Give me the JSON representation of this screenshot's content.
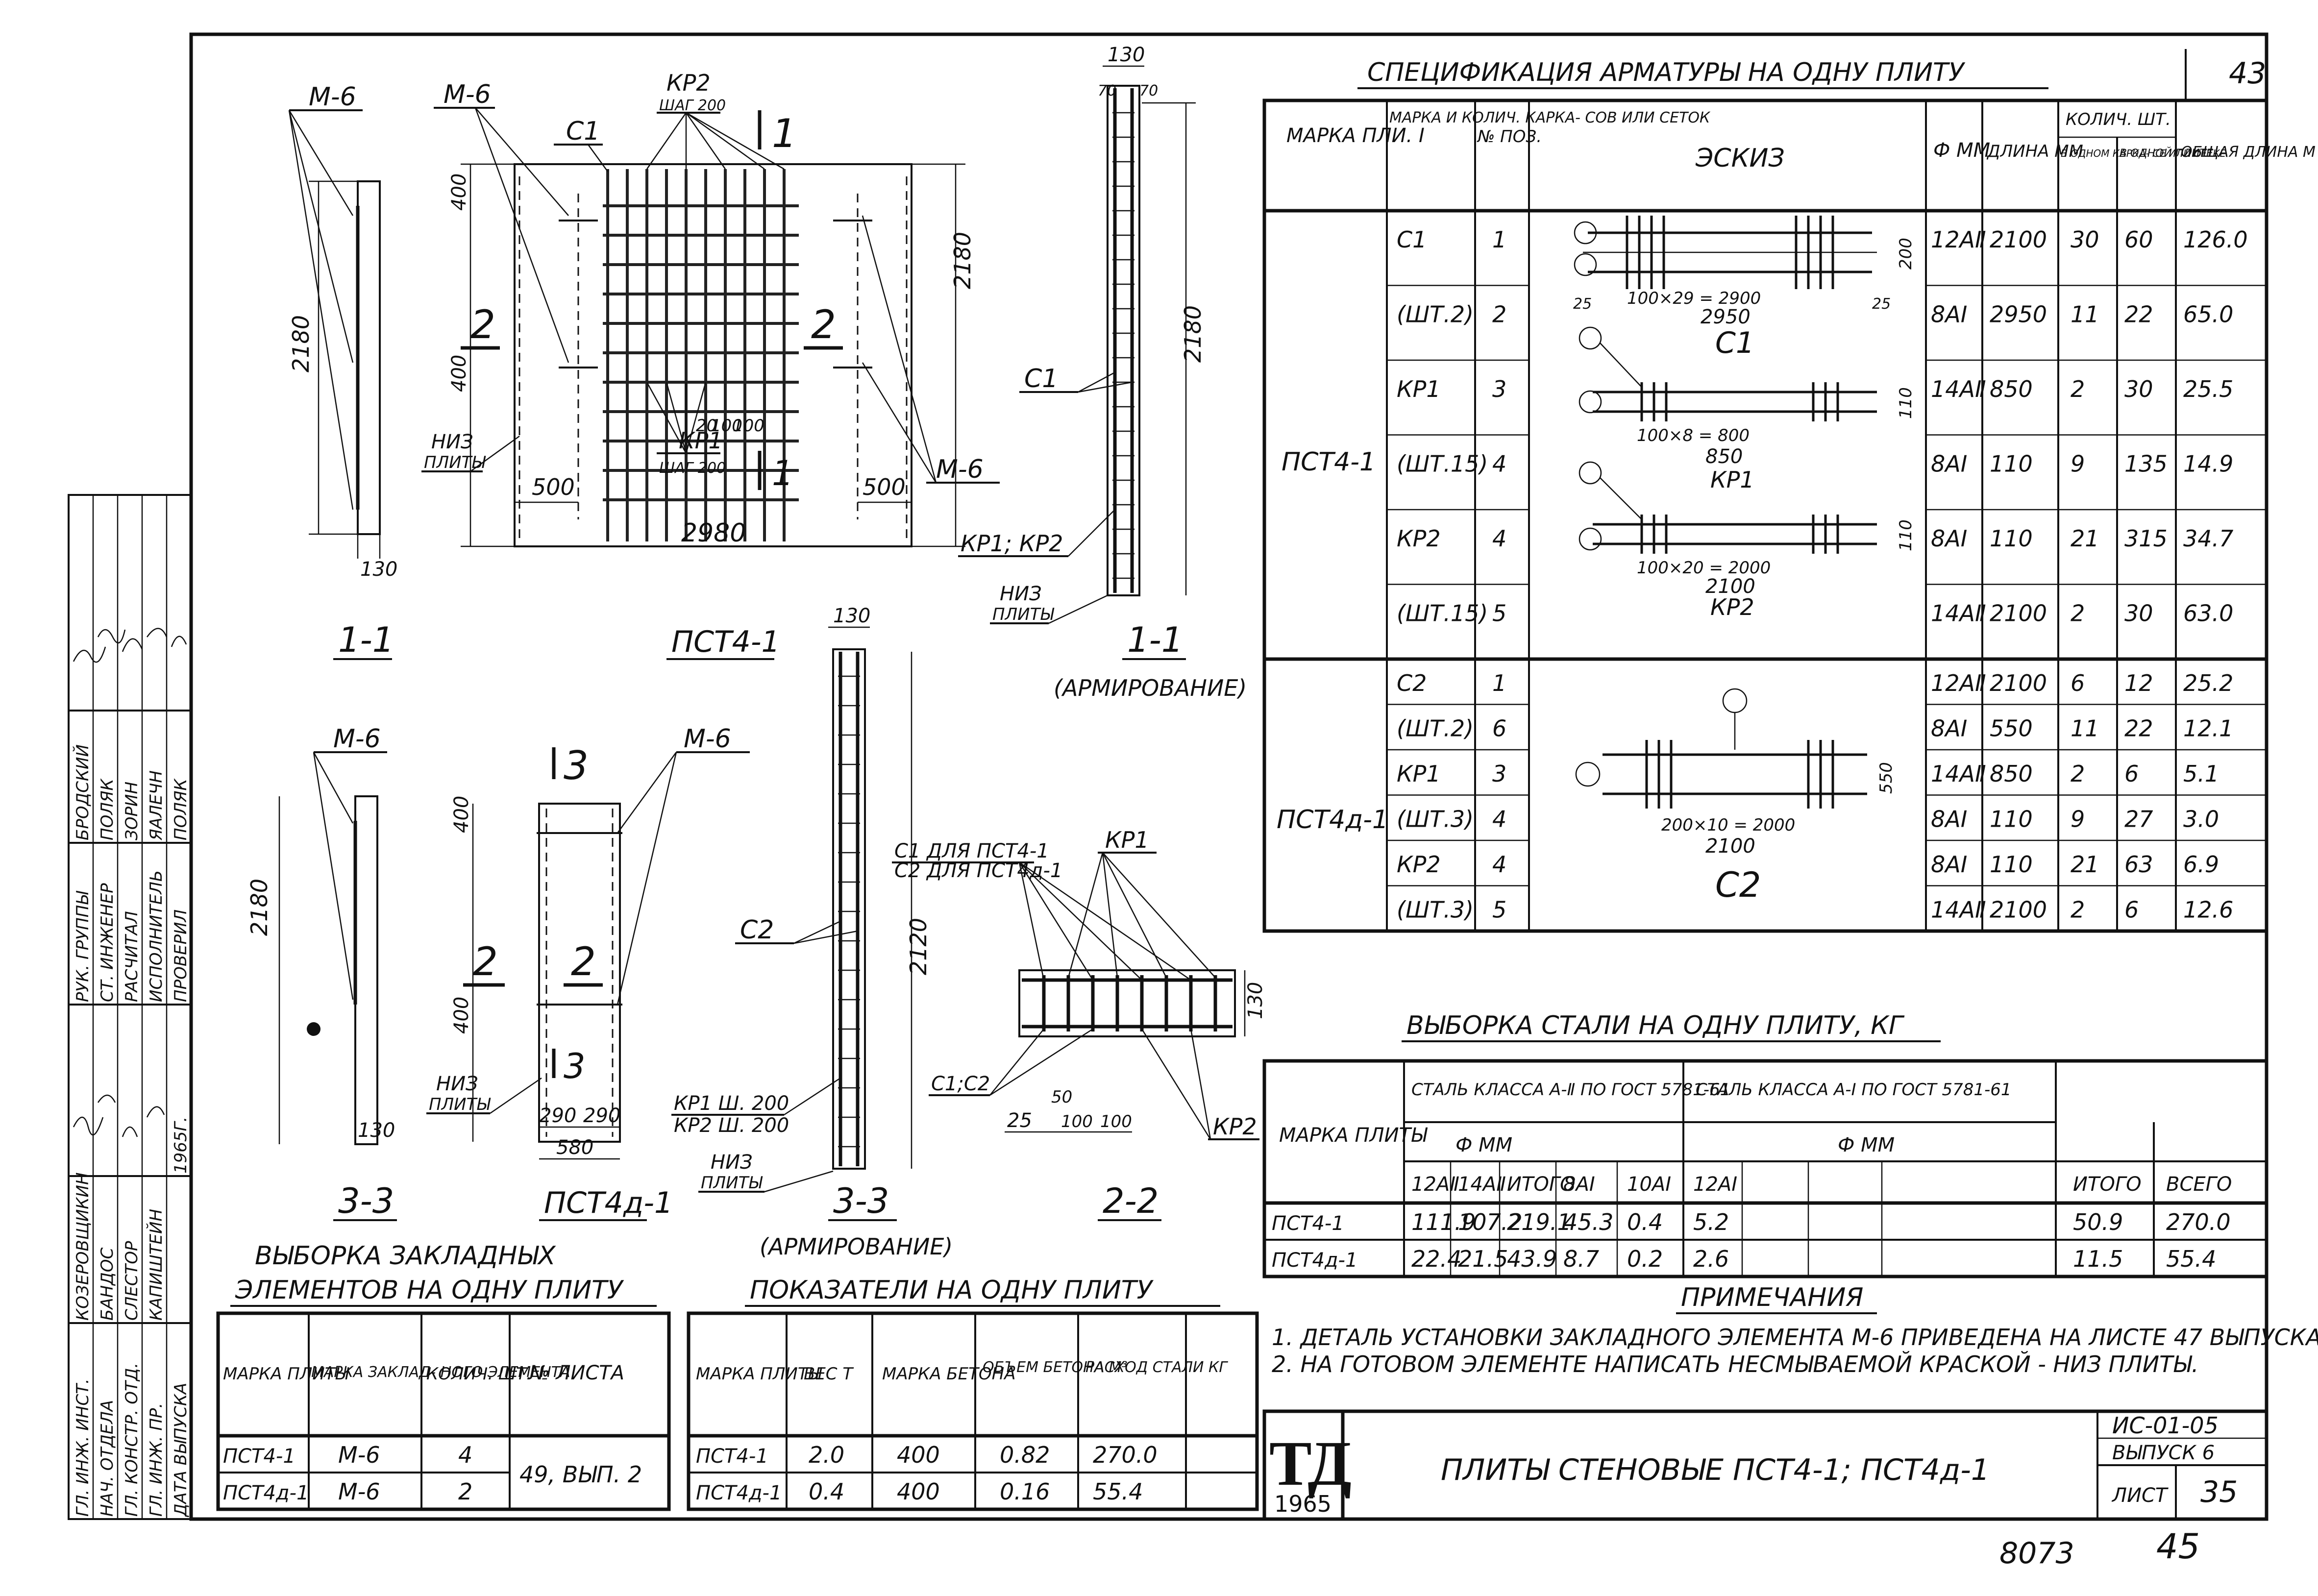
{
  "sheet": {
    "corner_number": "43",
    "bottom_number_left": "8073",
    "bottom_number_right": "45"
  },
  "spec": {
    "title": "СПЕЦИФИКАЦИЯ АРМАТУРЫ НА ОДНУ ПЛИТУ",
    "headers": {
      "mark": "МАРКА ПЛИ. І",
      "cage": "МАРКА И КОЛИЧ. КАРКА- СОВ ИЛИ СЕТОК",
      "pos": "№ ПОЗ.",
      "sketch": "ЭСКИЗ",
      "diam": "Ф ММ",
      "len": "ДЛИНА ММ",
      "qty": "КОЛИЧ. ШТ.",
      "qty_cage": "В ОДНОМ КАРКА- СЕ ИЛИ СЕТКЕ",
      "qty_plate": "В ОДНОЙ ПЛИТЕ",
      "total": "ОБЩАЯ ДЛИНА М"
    },
    "groups": [
      {
        "mark": "ПСТ4-1",
        "rows": [
          {
            "cage": "С1",
            "pos": "1",
            "diam": "12АⅡ",
            "len": "2100",
            "q1": "30",
            "q2": "60",
            "total": "126.0"
          },
          {
            "cage": "(ШТ.2)",
            "pos": "2",
            "diam": "8АⅠ",
            "len": "2950",
            "q1": "11",
            "q2": "22",
            "total": "65.0"
          },
          {
            "cage": "КР1",
            "pos": "3",
            "diam": "14АⅡ",
            "len": "850",
            "q1": "2",
            "q2": "30",
            "total": "25.5"
          },
          {
            "cage": "(ШТ.15)",
            "pos": "4",
            "diam": "8АⅠ",
            "len": "110",
            "q1": "9",
            "q2": "135",
            "total": "14.9"
          },
          {
            "cage": "КР2",
            "pos": "4",
            "diam": "8АⅠ",
            "len": "110",
            "q1": "21",
            "q2": "315",
            "total": "34.7"
          },
          {
            "cage": "(ШТ.15)",
            "pos": "5",
            "diam": "14АⅡ",
            "len": "2100",
            "q1": "2",
            "q2": "30",
            "total": "63.0"
          }
        ]
      },
      {
        "mark": "ПСТ4д-1",
        "rows": [
          {
            "cage": "С2",
            "pos": "1",
            "diam": "12АⅡ",
            "len": "2100",
            "q1": "6",
            "q2": "12",
            "total": "25.2"
          },
          {
            "cage": "(ШТ.2)",
            "pos": "6",
            "diam": "8АⅠ",
            "len": "550",
            "q1": "11",
            "q2": "22",
            "total": "12.1"
          },
          {
            "cage": "КР1",
            "pos": "3",
            "diam": "14АⅡ",
            "len": "850",
            "q1": "2",
            "q2": "6",
            "total": "5.1"
          },
          {
            "cage": "(ШТ.3)",
            "pos": "4",
            "diam": "8АⅠ",
            "len": "110",
            "q1": "9",
            "q2": "27",
            "total": "3.0"
          },
          {
            "cage": "КР2",
            "pos": "4",
            "diam": "8АⅠ",
            "len": "110",
            "q1": "21",
            "q2": "63",
            "total": "6.9"
          },
          {
            "cage": "(ШТ.3)",
            "pos": "5",
            "diam": "14АⅡ",
            "len": "2100",
            "q1": "2",
            "q2": "6",
            "total": "12.6"
          }
        ]
      }
    ],
    "sketches": {
      "c1_dim1": "100×29 = 2900",
      "c1_dim2": "2950",
      "c1_name": "С1",
      "c1_side": "200",
      "kr1_dim1": "100×8 = 800",
      "kr1_dim2": "850",
      "kr1_name": "КР1",
      "kr2_dim1": "100×20 = 2000",
      "kr2_dim2": "2100",
      "kr2_name": "КР2",
      "c2_dim1": "200×10 = 2000",
      "c2_dim2": "2100",
      "c2_name": "С2",
      "c2_side": "550",
      "end_25": "25",
      "end_50": "50",
      "side_110": "110"
    }
  },
  "steel": {
    "title": "ВЫБОРКА СТАЛИ НА ОДНУ ПЛИТУ, КГ",
    "head_mark": "МАРКА ПЛИТЫ",
    "class2": "СТАЛЬ КЛАССА А-Ⅱ ПО ГОСТ 5781-61",
    "class1": "СТАЛЬ КЛАССА А-Ⅰ ПО ГОСТ 5781-61",
    "phi": "Ф ММ",
    "cols": [
      "12АⅡ",
      "14АⅡ",
      "ИТОГО",
      "8АⅠ",
      "10АⅠ",
      "12АⅠ",
      "",
      "ИТОГО",
      "ВСЕГО"
    ],
    "rows": [
      {
        "mark": "ПСТ4-1",
        "vals": [
          "111.9",
          "107.2",
          "219.1",
          "45.3",
          "0.4",
          "5.2",
          "",
          "50.9",
          "270.0"
        ]
      },
      {
        "mark": "ПСТ4д-1",
        "vals": [
          "22.4",
          "21.5",
          "43.9",
          "8.7",
          "0.2",
          "2.6",
          "",
          "11.5",
          "55.4"
        ]
      }
    ]
  },
  "notes": {
    "title": "ПРИМЕЧАНИЯ",
    "n1": "1. ДЕТАЛЬ УСТАНОВКИ ЗАКЛАДНОГО ЭЛЕМЕНТА М-6 ПРИВЕДЕНА НА ЛИСТЕ 47 ВЫПУСКА 2.",
    "n2": "2. НА ГОТОВОМ ЭЛЕМЕНТЕ НАПИСАТЬ НЕСМЫВАЕМОЙ КРАСКОЙ - НИЗ ПЛИТЫ."
  },
  "embedded": {
    "title1": "ВЫБОРКА ЗАКЛАДНЫХ",
    "title2": "ЭЛЕМЕНТОВ НА ОДНУ ПЛИТУ",
    "h_mark": "МАРКА ПЛИТЫ",
    "h_elem": "МАРКА ЗАКЛАД- НОГО ЭЛЕМЕНТА",
    "h_qty": "КОЛИЧ. ШТ.",
    "h_sheet": "№ ЛИСТА",
    "rows": [
      {
        "mark": "ПСТ4-1",
        "elem": "М-6",
        "qty": "4"
      },
      {
        "mark": "ПСТ4д-1",
        "elem": "М-6",
        "qty": "2"
      }
    ],
    "sheet_ref": "49, ВЫП. 2"
  },
  "indicators": {
    "title": "ПОКАЗАТЕЛИ НА ОДНУ ПЛИТУ",
    "h_mark": "МАРКА ПЛИТЫ",
    "h_weight": "ВЕС Т",
    "h_concrete": "МАРКА БЕТОНА",
    "h_volume": "ОБЪЕМ БЕТОНА М³",
    "h_steel": "РАСХОД СТАЛИ КГ",
    "rows": [
      {
        "mark": "ПСТ4-1",
        "weight": "2.0",
        "concrete": "400",
        "volume": "0.82",
        "steel": "270.0"
      },
      {
        "mark": "ПСТ4д-1",
        "weight": "0.4",
        "concrete": "400",
        "volume": "0.16",
        "steel": "55.4"
      }
    ]
  },
  "title_block": {
    "logo": "ТД",
    "year": "1965",
    "title": "ПЛИТЫ СТЕНОВЫЕ ПСТ4-1; ПСТ4д-1",
    "series": "ИС-01-05",
    "issue": "ВЫПУСК 6",
    "sheet_label": "ЛИСТ",
    "sheet_no": "35"
  },
  "side_stamp": {
    "roles": [
      "РУК. ГРУППЫ",
      "СТ. ИНЖЕНЕР",
      "РАСЧИТАЛ",
      "ИСПОЛНИТЕЛЬ",
      "ПРОВЕРИЛ"
    ],
    "names": [
      "БРОДСКИЙ",
      "ПОЛЯК",
      "ЗОРИН",
      "ЯАЛЕЧН",
      "ПОЛЯК"
    ],
    "roles2": [
      "ГЛ. ИНЖ. ИНСТ.",
      "НАЧ. ОТДЕЛА",
      "ГЛ. КОНСТР. ОТД.",
      "ГЛ. ИНЖ. ПР.",
      "ДАТА ВЫПУСКА"
    ],
    "names2": [
      "КОЗЕРОВЩИКИН",
      "БАНДОС",
      "СЛЕСТОР",
      "КАПИШТЕЙН",
      ""
    ],
    "date": "1965Г."
  },
  "drawings": {
    "m6": "М-6",
    "c1": "С1",
    "c2": "С2",
    "kr2_step": "КР2",
    "kr2_sub": "ШАГ 200",
    "kr1_step": "КР1",
    "kr1_sub": "ШАГ 200",
    "sec1": "1",
    "sec2": "2",
    "sec3": "3",
    "niz": "НИЗ",
    "plity": "ПЛИТЫ",
    "d2180": "2180",
    "d400": "400",
    "d500": "500",
    "d2980": "2980",
    "d130": "130",
    "d100": "100",
    "d20": "20",
    "d70": "70",
    "d290": "290",
    "d580": "580",
    "d2120": "2120",
    "label_11": "1-1",
    "label_11_arm": "1-1",
    "arm": "(АРМИРОВАНИЕ)",
    "label_33": "3-3",
    "label_33_arm": "3-3",
    "label_22": "2-2",
    "pst41": "ПСТ4-1",
    "pst4d1": "ПСТ4д-1",
    "kr1kr2": "КР1; КР2",
    "c1_for": "С1 ДЛЯ ПСТ4-1",
    "c2_for": "С2 ДЛЯ ПСТ4д-1",
    "kr1": "КР1",
    "kr2": "КР2",
    "c1c2": "С1;С2",
    "kr1_w": "КР1 Ш. 200",
    "kr2_w": "КР2 Ш. 200",
    "d25": "25",
    "d50": "50"
  }
}
